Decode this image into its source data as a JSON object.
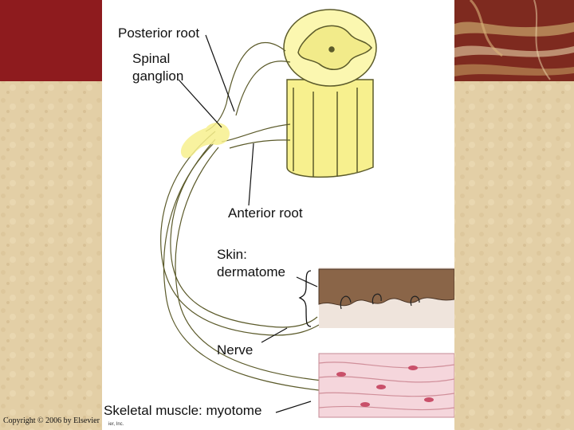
{
  "labels": {
    "posterior_root": "Posterior root",
    "spinal_ganglion_line1": "Spinal",
    "spinal_ganglion_line2": "ganglion",
    "anterior_root": "Anterior root",
    "skin_line1": "Skin:",
    "skin_line2": "dermatome",
    "nerve": "Nerve",
    "skeletal_muscle": "Skeletal muscle: myotome"
  },
  "footer": {
    "copyright": "Copyright © 2006 by Elsevier",
    "fragment": "ier, Inc."
  },
  "colors": {
    "background": "#e3cfa6",
    "red_band": "#8e1b1e",
    "cord_yellow": "#f7f08e",
    "cord_outline": "#5b5a2a",
    "skin_brown": "#8a6548",
    "muscle_pink": "#f5d6dc"
  }
}
